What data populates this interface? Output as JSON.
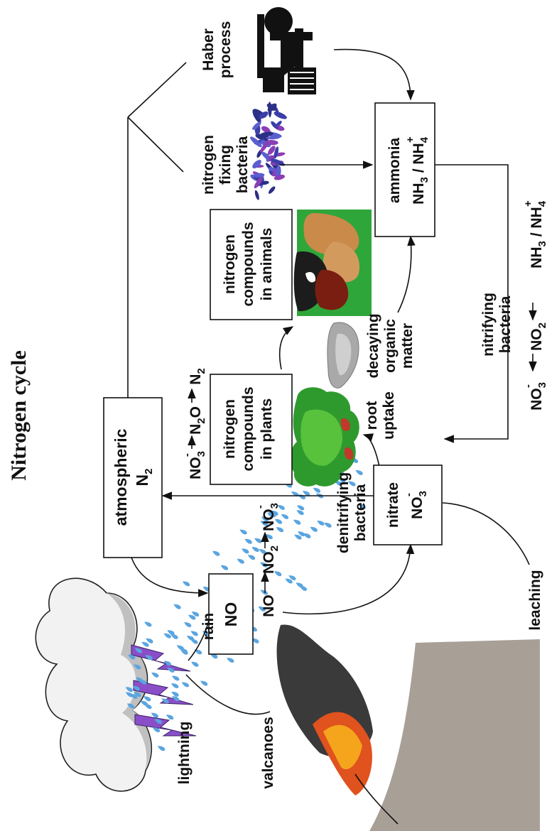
{
  "title": "Nitrogen cycle",
  "labels": {
    "atmospheric": "atmospheric",
    "n2": "N",
    "n2_sub": "2",
    "haber_1": "Haber",
    "haber_2": "process",
    "nfb_1": "nitrogen",
    "nfb_2": "fixing",
    "nfb_3": "bacteria",
    "ammonia": "ammonia",
    "nh3": "NH",
    "nh3_sub": "3",
    "slash_nh4": " / NH",
    "nh4_sub": "4",
    "plus": "+",
    "animals_1": "nitrogen",
    "animals_2": "compounds",
    "animals_3": "in animals",
    "plants_1": "nitrogen",
    "plants_2": "compounds",
    "plants_3": "in plants",
    "decaying_1": "decaying",
    "decaying_2": "organic",
    "decaying_3": "matter",
    "nitrifying_1": "nitrifying",
    "nitrifying_2": "bacteria",
    "nitrate": "nitrate",
    "no3": "NO",
    "no3_sub": "3",
    "minus": "-",
    "denitrifying_1": "denitrifying",
    "denitrifying_2": "bacteria",
    "root_1": "root",
    "root_2": "uptake",
    "no": "NO",
    "no2": "NO",
    "no2_sub": "2",
    "n2o": "N",
    "n2o_sub": "2",
    "n2o_o": "O",
    "rain": "rain",
    "lightning": "lightning",
    "volcanoes": "valcanoes",
    "leaching": "leaching"
  },
  "colors": {
    "rain": "#5aa5e0",
    "lightning": "#8a4fc8",
    "cloud": "#f2f2f2",
    "cloud_shade": "#c0c0c0",
    "grass": "#2fa63a",
    "lava": "#e0521e",
    "ground": "#a89f97"
  },
  "icons": [
    "cloud-icon",
    "lightning-icon",
    "rain-icon",
    "volcano-icon",
    "factory-icon",
    "bacteria-icon",
    "animals-icon",
    "plants-icon",
    "decaying-matter-icon"
  ]
}
